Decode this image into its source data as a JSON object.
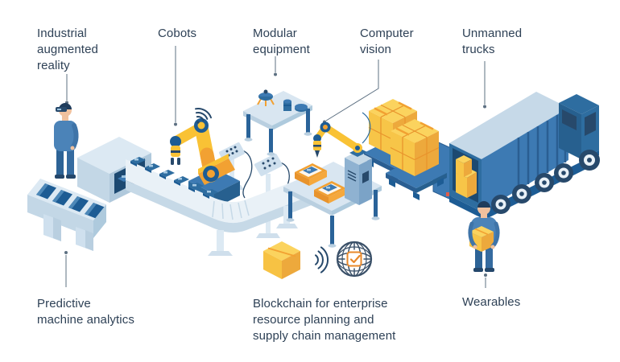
{
  "labels": {
    "industrial_ar": "Industrial\naugmented\nreality",
    "cobots": "Cobots",
    "modular_equipment": "Modular\nequipment",
    "computer_vision": "Computer\nvision",
    "unmanned_trucks": "Unmanned\ntrucks",
    "predictive_analytics": "Predictive\nmachine analytics",
    "blockchain": "Blockchain for enterprise\nresource planning and\nsupply chain management",
    "wearables": "Wearables"
  },
  "icons": {
    "wifi_signal": "wifi-signal-icon",
    "package_box": "package-box-icon",
    "signal_waves": "signal-waves-icon",
    "globe_check": "globe-check-icon"
  },
  "palette": {
    "text": "#2e4156",
    "leader": "#5d7082",
    "yellow": "#f7c548",
    "yellow_light": "#fbd35e",
    "yellow_deep": "#eda93c",
    "orange": "#f2921e",
    "orange_deep": "#e8932c",
    "blue": "#3d7ab3",
    "blue_mid": "#2e6da0",
    "navy": "#27496b",
    "blue_pale": "#d9e6f1",
    "blue_soft": "#c3d7e6",
    "skin": "#f0c19e"
  }
}
